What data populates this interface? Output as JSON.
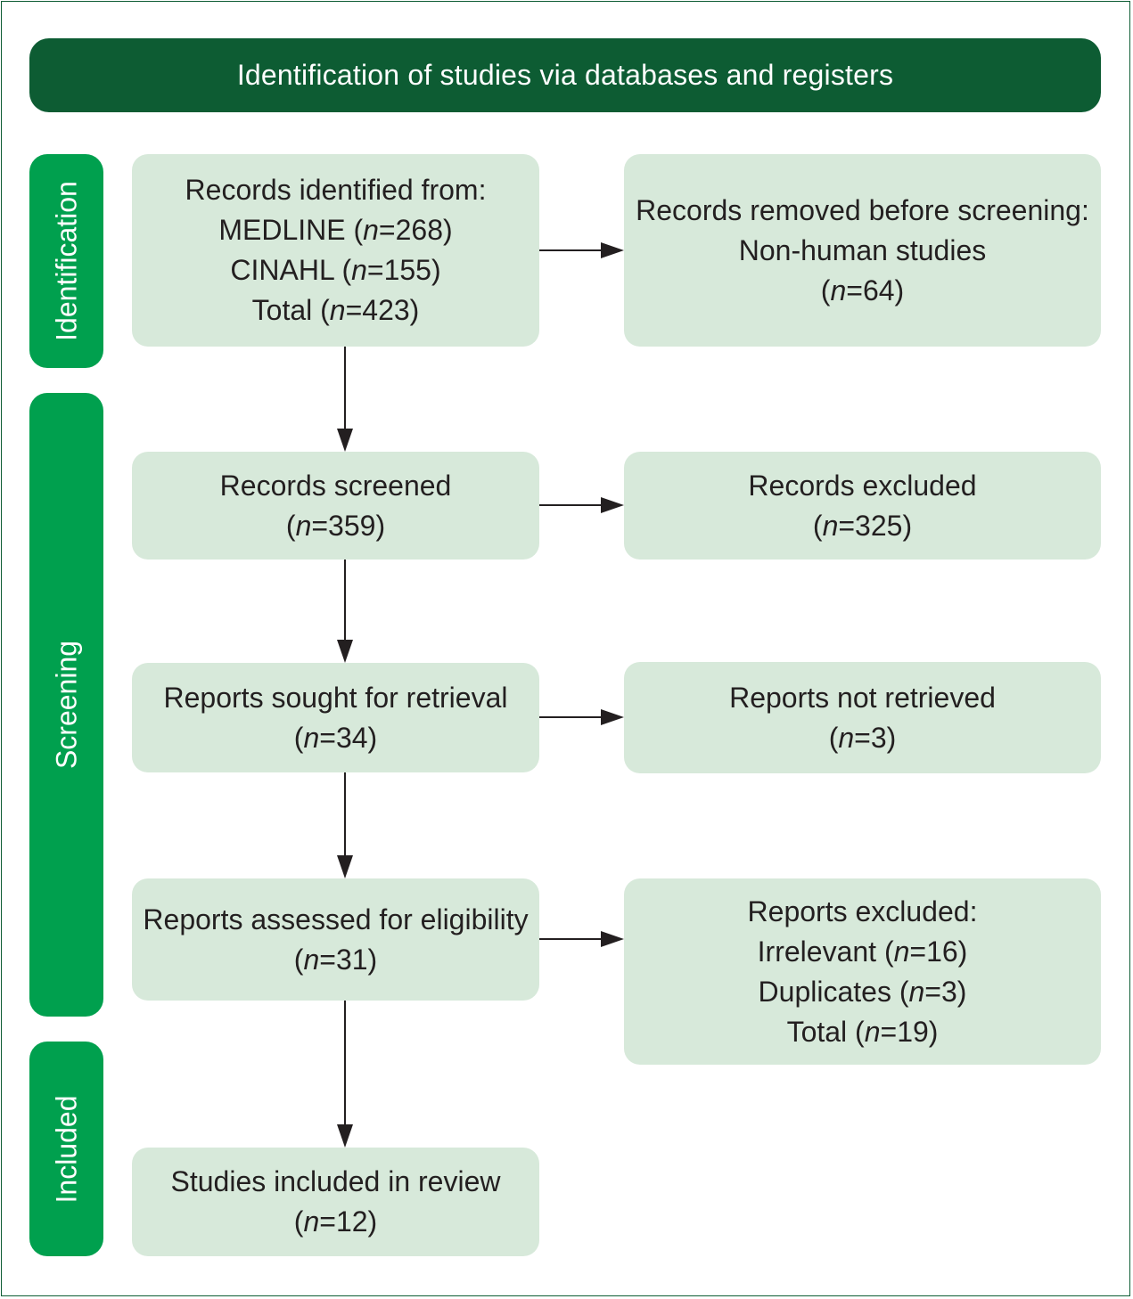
{
  "header": {
    "title": "Identification of studies via databases and registers"
  },
  "stages": {
    "identification": "Identification",
    "screening": "Screening",
    "included": "Included"
  },
  "boxes": {
    "records_identified": {
      "heading": "Records identified from:",
      "medline": {
        "label": "MEDLINE",
        "n": "268"
      },
      "cinahl": {
        "label": "CINAHL",
        "n": "155"
      },
      "total": {
        "label": "Total",
        "n": "423"
      }
    },
    "records_removed": {
      "heading": "Records removed before screening:",
      "subheading": "Non-human studies",
      "n": "64"
    },
    "records_screened": {
      "heading": "Records screened",
      "n": "359"
    },
    "records_excluded": {
      "heading": "Records excluded",
      "n": "325"
    },
    "reports_sought": {
      "heading": "Reports sought for retrieval",
      "n": "34"
    },
    "reports_not_retrieved": {
      "heading": "Reports not retrieved",
      "n": "3"
    },
    "reports_assessed": {
      "heading": "Reports assessed for eligibility",
      "n": "31"
    },
    "reports_excluded": {
      "heading": "Reports excluded:",
      "irrelevant": {
        "label": "Irrelevant",
        "n": "16"
      },
      "duplicates": {
        "label": "Duplicates",
        "n": "3"
      },
      "total": {
        "label": "Total",
        "n": "19"
      }
    },
    "studies_included": {
      "heading": "Studies included in review",
      "n": "12"
    }
  },
  "n_symbol": "n",
  "colors": {
    "header": "#0d5c33",
    "stage": "#00a04e",
    "box": "#d7e9da",
    "text": "#231f20",
    "arrow": "#231f20"
  }
}
